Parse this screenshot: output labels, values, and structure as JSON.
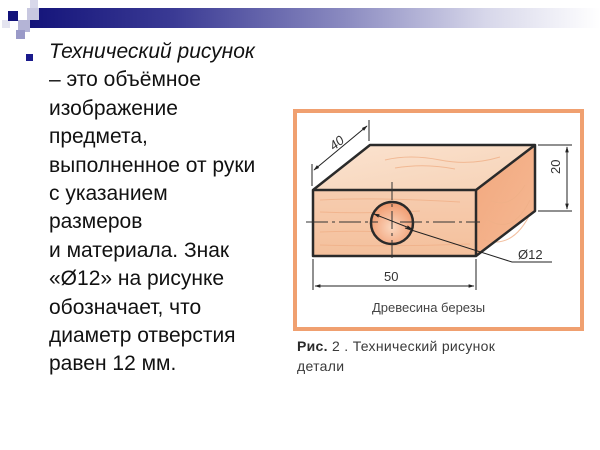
{
  "slide": {
    "decoration": {
      "title_bar_colors": [
        "#14147a",
        "#8a8ac0",
        "#ffffff"
      ],
      "bullet_color": "#1a1a8c"
    },
    "bullet": {
      "icon": "square-bullet-icon",
      "term": "Технический рисунок",
      "lines": [
        "– это объёмное",
        "изображение",
        "предмета,",
        "выполненное от руки",
        "с указанием",
        "размеров",
        "и материала. Знак",
        "«Ø12» на рисунке",
        "обозначает, что",
        "диаметр отверстия",
        "равен 12 мм."
      ]
    },
    "figure": {
      "frame_color": "#f0a070",
      "wood_color": "#f5c8a8",
      "dimensions": {
        "depth": "40",
        "height": "20",
        "length": "50",
        "hole": "Ø12"
      },
      "material": "Древесина березы",
      "caption": {
        "label": "Рис.",
        "number": "2 .",
        "text_line1": "Технический рисунок",
        "text_line2": "детали"
      }
    }
  }
}
